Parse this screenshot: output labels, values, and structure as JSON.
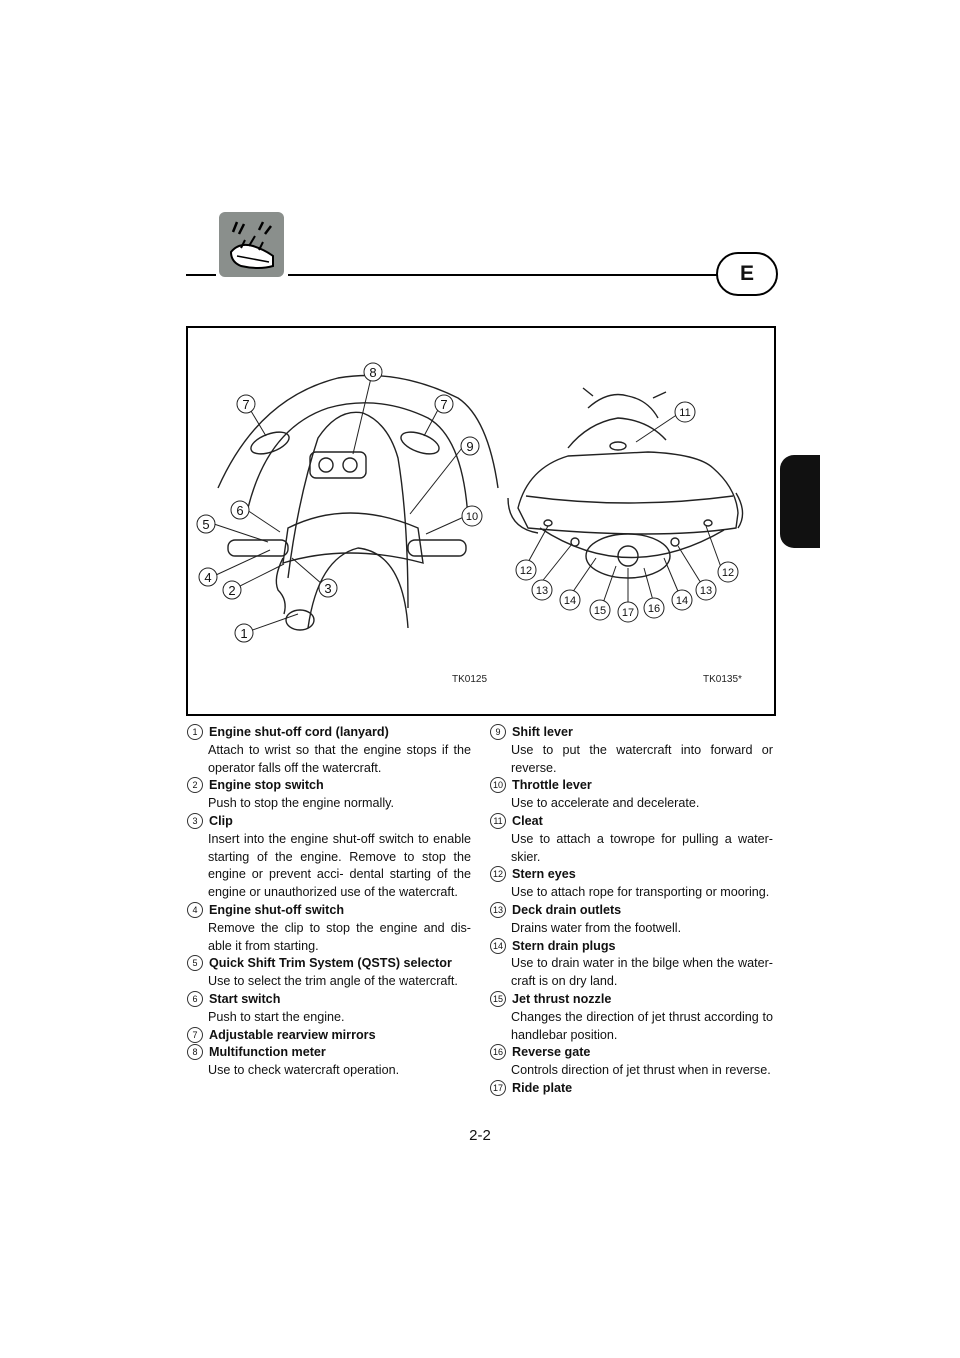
{
  "header": {
    "lang_badge": "E",
    "icon": "watercraft-icon"
  },
  "figure": {
    "left_code": "TK0125",
    "right_code": "TK0135*",
    "callouts": [
      "1",
      "2",
      "3",
      "4",
      "5",
      "6",
      "7",
      "8",
      "9",
      "10",
      "11",
      "12",
      "13",
      "14",
      "15",
      "16",
      "17"
    ]
  },
  "items": [
    {
      "num": "1",
      "title": "Engine shut-off cord (lanyard)",
      "desc": "Attach to wrist so that the engine stops if the operator falls off the watercraft."
    },
    {
      "num": "2",
      "title": "Engine stop switch",
      "desc": "Push to stop the engine normally."
    },
    {
      "num": "3",
      "title": "Clip",
      "desc": "Insert into the engine shut-off switch to enable starting of the engine. Remove to stop the engine or prevent acci- dental starting of the engine or unauthorized use of the watercraft."
    },
    {
      "num": "4",
      "title": "Engine shut-off switch",
      "desc": "Remove the clip to stop the engine and dis- able it from starting."
    },
    {
      "num": "5",
      "title": "Quick Shift Trim System (QSTS) selector",
      "desc": "Use to select the trim angle of the watercraft."
    },
    {
      "num": "6",
      "title": "Start switch",
      "desc": "Push to start the engine."
    },
    {
      "num": "7",
      "title": "Adjustable rearview mirrors",
      "desc": ""
    },
    {
      "num": "8",
      "title": "Multifunction meter",
      "desc": "Use to check watercraft operation."
    },
    {
      "num": "9",
      "title": "Shift lever",
      "desc": "Use to put the watercraft into forward or reverse."
    },
    {
      "num": "10",
      "title": "Throttle lever",
      "desc": "Use to accelerate and decelerate."
    },
    {
      "num": "11",
      "title": "Cleat",
      "desc": "Use to attach a towrope for pulling a water- skier."
    },
    {
      "num": "12",
      "title": "Stern eyes",
      "desc": "Use to attach rope for transporting or mooring."
    },
    {
      "num": "13",
      "title": "Deck drain outlets",
      "desc": "Drains water from the footwell."
    },
    {
      "num": "14",
      "title": "Stern drain plugs",
      "desc": "Use to drain water in the bilge when the water- craft is on dry land."
    },
    {
      "num": "15",
      "title": "Jet thrust nozzle",
      "desc": "Changes the direction of jet thrust according to handlebar position."
    },
    {
      "num": "16",
      "title": "Reverse gate",
      "desc": "Controls direction of jet thrust when in reverse."
    },
    {
      "num": "17",
      "title": "Ride plate",
      "desc": ""
    }
  ],
  "page_number": "2-2"
}
